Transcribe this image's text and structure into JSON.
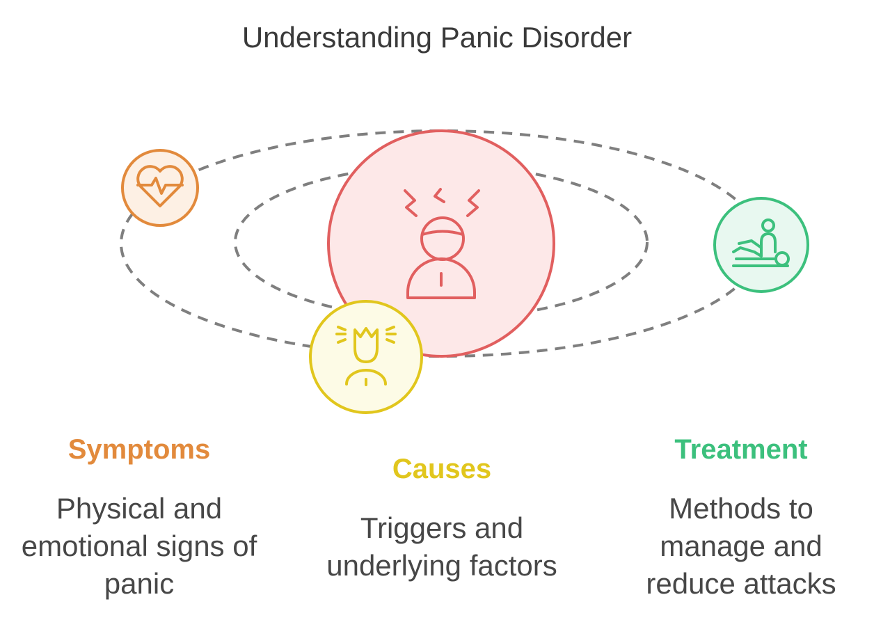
{
  "title": "Understanding Panic Disorder",
  "colors": {
    "center": "#e15f5f",
    "center_fill": "#fde8e8",
    "symptoms": "#e28a3c",
    "symptoms_fill": "#fdf0e4",
    "causes": "#e1c61d",
    "causes_fill": "#fdfbe6",
    "treatment": "#3cc07d",
    "treatment_fill": "#e8f8f0",
    "orbit": "#7f7f7f"
  },
  "center": {
    "icon": "stressed-person-icon"
  },
  "items": [
    {
      "id": "symptoms",
      "label": "Symptoms",
      "desc": "Physical and emotional signs of panic",
      "icon": "heart-rate-icon"
    },
    {
      "id": "causes",
      "label": "Causes",
      "desc": "Triggers and underlying factors",
      "icon": "stress-head-icon"
    },
    {
      "id": "treatment",
      "label": "Treatment",
      "desc": "Methods to manage and reduce attacks",
      "icon": "massage-therapy-icon"
    }
  ]
}
